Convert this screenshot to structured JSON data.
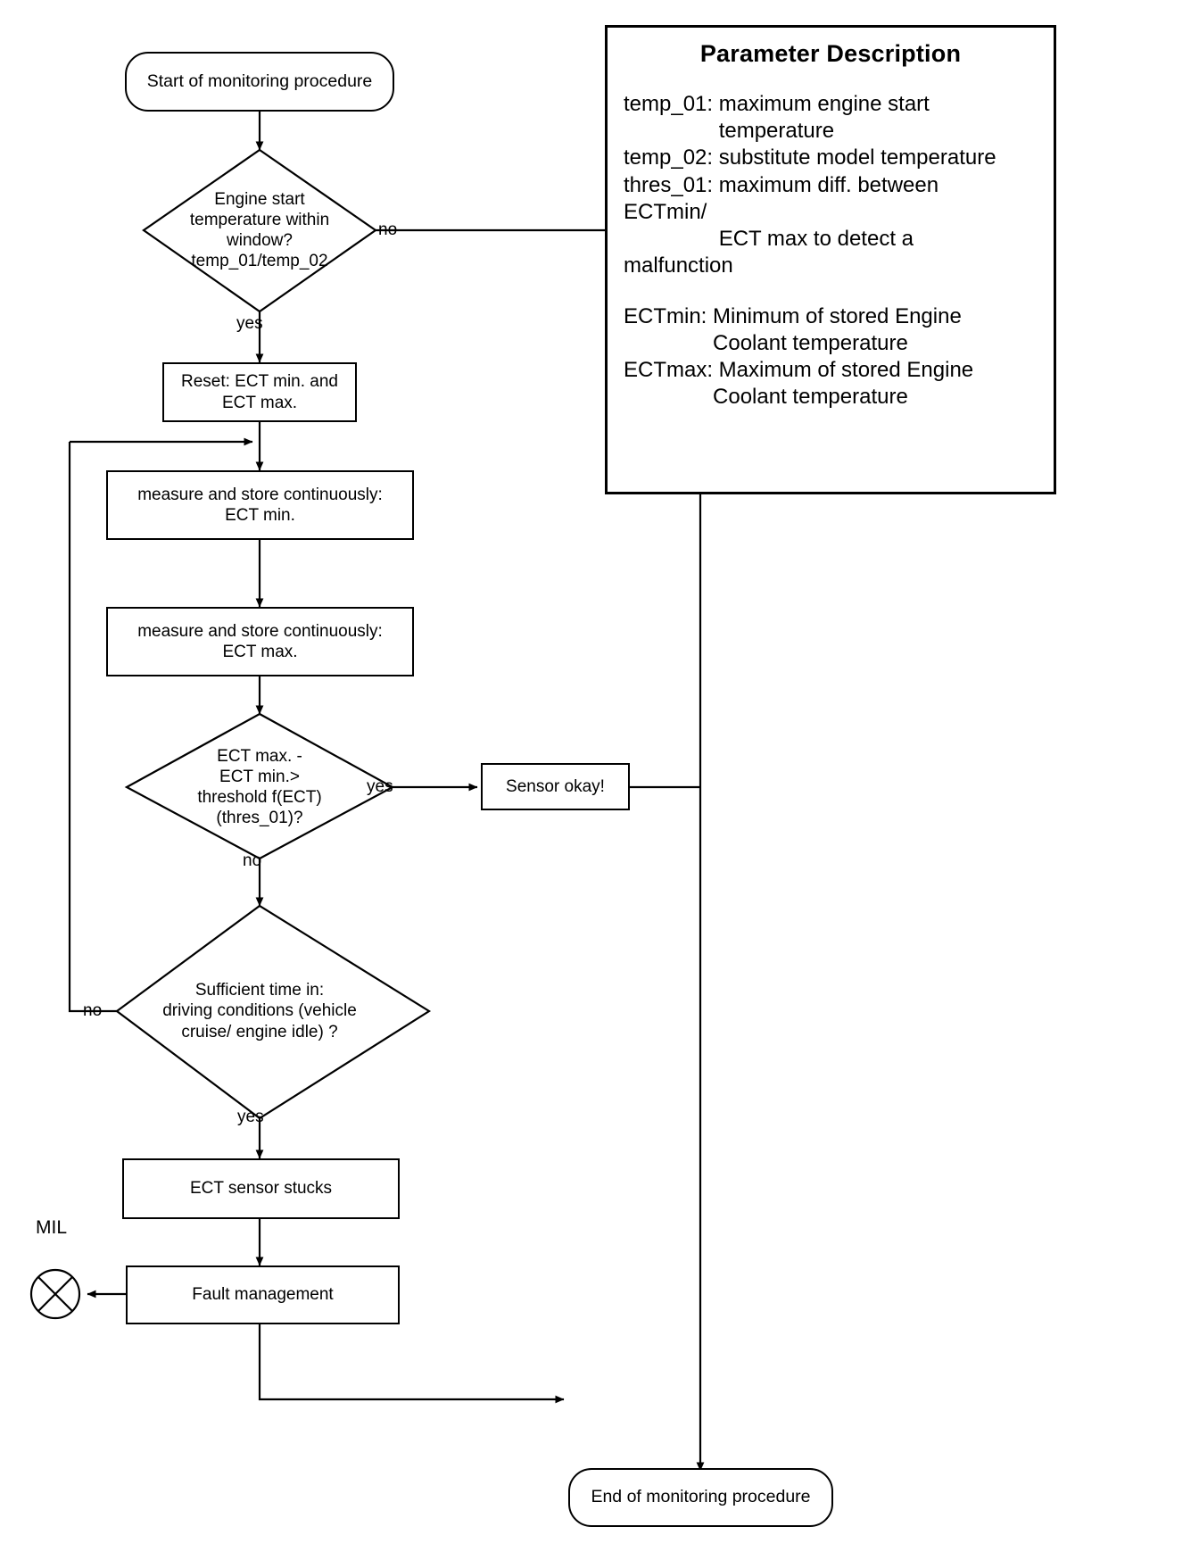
{
  "diagram": {
    "title": "ECT sensor stuck monitoring procedure flowchart",
    "nodes": {
      "start": "Start of monitoring procedure",
      "decision_engine_start": "Engine start\ntemperature within\nwindow?\ntemp_01/temp_02",
      "reset": "Reset: ECT min. and\nECT max.",
      "measure_min": "measure and store continuously:\nECT min.",
      "measure_max": "measure and store continuously:\nECT max.",
      "decision_threshold": "ECT max. -\nECT min.>\nthreshold f(ECT)\n(thres_01)?",
      "sensor_okay": "Sensor okay!",
      "decision_sufficient_time": "Sufficient time in:\ndriving conditions (vehicle\ncruise/ engine idle) ?",
      "sensor_stucks": "ECT sensor stucks",
      "fault_management": "Fault management",
      "end": "End of monitoring procedure",
      "mil": "MIL"
    },
    "edge_labels": {
      "engine_start_no": "no",
      "engine_start_yes": "yes",
      "threshold_yes": "yes",
      "threshold_no": "no",
      "sufficient_no": "no",
      "sufficient_yes": "yes"
    }
  },
  "parameter_description": {
    "title": "Parameter Description",
    "lines": [
      "temp_01: maximum engine start",
      "                temperature",
      "temp_02: substitute model temperature",
      "thres_01: maximum diff. between",
      "ECTmin/",
      "                ECT max to detect a",
      "malfunction",
      "",
      "ECTmin: Minimum of stored Engine",
      "               Coolant temperature",
      "ECTmax: Maximum of stored Engine",
      "               Coolant temperature"
    ]
  },
  "colors": {
    "stroke": "#000000",
    "background": "#ffffff"
  }
}
